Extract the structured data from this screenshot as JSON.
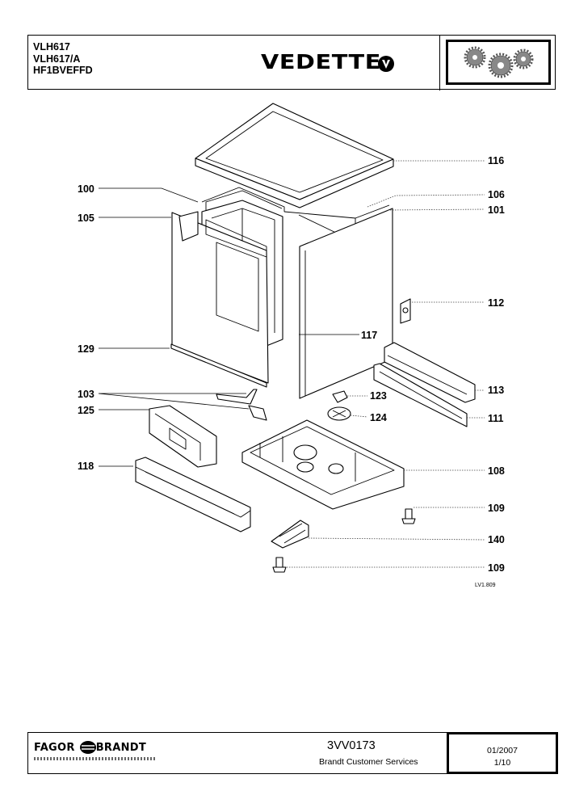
{
  "header": {
    "models": [
      "VLH617",
      "VLH617/A",
      "HF1BVEFFD"
    ],
    "brand": "VEDETTE",
    "brand_mark": "vedette-v-logo-icon",
    "gear_icon": "gears-icon"
  },
  "parts": [
    {
      "ref": "116"
    },
    {
      "ref": "100"
    },
    {
      "ref": "106"
    },
    {
      "ref": "105"
    },
    {
      "ref": "101"
    },
    {
      "ref": "112"
    },
    {
      "ref": "117"
    },
    {
      "ref": "129"
    },
    {
      "ref": "113"
    },
    {
      "ref": "103"
    },
    {
      "ref": "123"
    },
    {
      "ref": "125"
    },
    {
      "ref": "124"
    },
    {
      "ref": "111"
    },
    {
      "ref": "118"
    },
    {
      "ref": "108"
    },
    {
      "ref": "109"
    },
    {
      "ref": "140"
    },
    {
      "ref": "109"
    }
  ],
  "drawing_ref": "LV1.809",
  "footer": {
    "brand_left": "FAGOR",
    "brand_right": "BRANDT",
    "doc_code": "3VV0173",
    "service": "Brandt Customer Services",
    "date": "01/2007",
    "page": "1/10"
  }
}
